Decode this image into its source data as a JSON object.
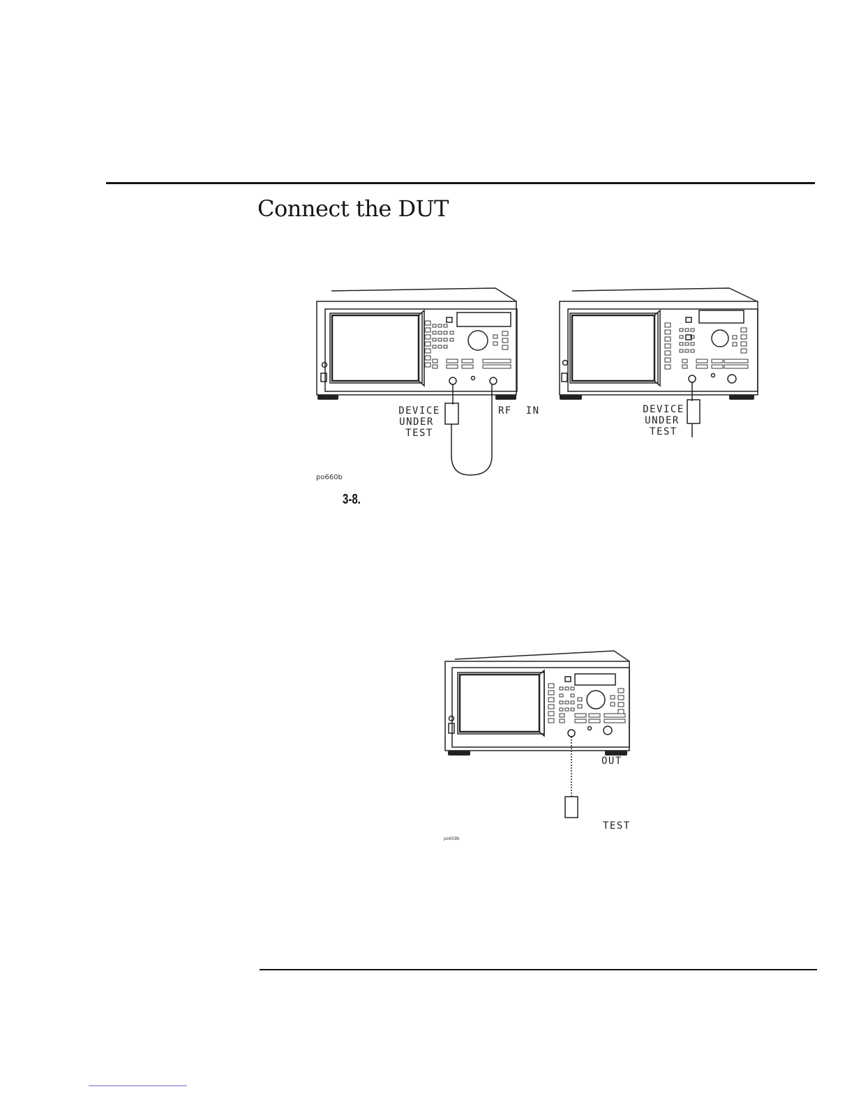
{
  "section": {
    "title": "Connect the DUT"
  },
  "figure_top": {
    "left_dut_label": [
      "DEVICE",
      "UNDER",
      "TEST"
    ],
    "rf_in_label": "RF  IN",
    "right_dut_label": [
      "DEVICE",
      "UNDER",
      "TEST"
    ],
    "code": "po660b",
    "number": "3-8."
  },
  "figure_bottom": {
    "out_label": "OUT",
    "test_label": "TEST",
    "code": "po659b"
  }
}
